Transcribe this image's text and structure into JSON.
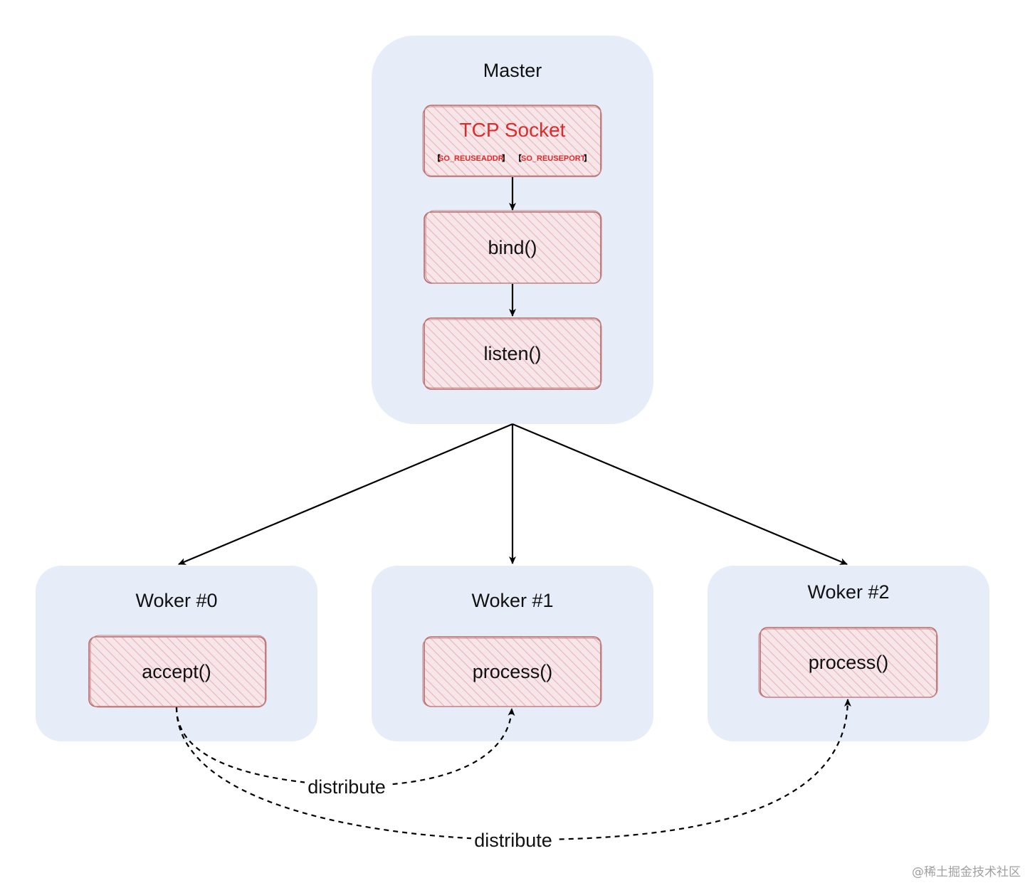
{
  "master": {
    "title": "Master",
    "socket": {
      "label": "TCP Socket",
      "option_1": "SO_REUSEADDR",
      "option_2": "SO_REUSEPORT",
      "bracket_open": "【",
      "bracket_close": "】"
    },
    "steps": [
      "bind()",
      "listen()"
    ]
  },
  "workers": [
    {
      "title": "Woker #0",
      "task": "accept()"
    },
    {
      "title": "Woker #1",
      "task": "process()"
    },
    {
      "title": "Woker #2",
      "task": "process()"
    }
  ],
  "edges": {
    "distribute_1": "distribute",
    "distribute_2": "distribute"
  },
  "watermark": "@稀土掘金技术社区",
  "colors": {
    "container": "#e6edf9",
    "box_stroke": "#b86a6a",
    "hatch": "#e8b4b4",
    "socket_text": "#e02a2a"
  }
}
